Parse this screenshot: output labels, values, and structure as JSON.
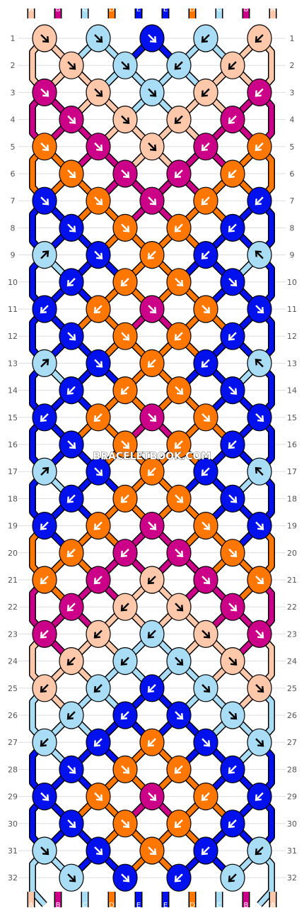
{
  "watermark": "BRACELETBOOK.COM",
  "palette": {
    "A": "#FFC8AA",
    "B": "#CC0088",
    "C": "#A8DDF5",
    "D": "#FF7700",
    "E": "#0011EE"
  },
  "string_labels": [
    "A",
    "B",
    "C",
    "D",
    "E",
    "E",
    "D",
    "C",
    "B",
    "A"
  ],
  "row_numbers": [
    "1",
    "2",
    "3",
    "4",
    "5",
    "6",
    "7",
    "8",
    "9",
    "10",
    "11",
    "12",
    "13",
    "14",
    "15",
    "16",
    "17",
    "18",
    "19",
    "20",
    "21",
    "22",
    "23",
    "24",
    "25",
    "26",
    "27",
    "28",
    "29",
    "30",
    "31",
    "32"
  ],
  "knots": [
    [
      "A",
      "C",
      "E",
      "C",
      "A"
    ],
    [
      "A",
      "C",
      "C",
      "A"
    ],
    [
      "B",
      "A",
      "C",
      "A",
      "B"
    ],
    [
      "B",
      "A",
      "A",
      "B"
    ],
    [
      "D",
      "B",
      "A",
      "B",
      "D"
    ],
    [
      "D",
      "B",
      "B",
      "D"
    ],
    [
      "E",
      "D",
      "B",
      "D",
      "E"
    ],
    [
      "E",
      "D",
      "D",
      "E"
    ],
    [
      "C",
      "E",
      "D",
      "E",
      "C"
    ],
    [
      "E",
      "D",
      "D",
      "E"
    ],
    [
      "E",
      "D",
      "B",
      "D",
      "E"
    ],
    [
      "E",
      "D",
      "D",
      "E"
    ],
    [
      "C",
      "E",
      "D",
      "E",
      "C"
    ],
    [
      "E",
      "D",
      "D",
      "E"
    ],
    [
      "E",
      "D",
      "B",
      "D",
      "E"
    ],
    [
      "E",
      "D",
      "D",
      "E"
    ],
    [
      "C",
      "E",
      "D",
      "E",
      "C"
    ],
    [
      "E",
      "D",
      "D",
      "E"
    ],
    [
      "E",
      "D",
      "B",
      "D",
      "E"
    ],
    [
      "D",
      "B",
      "B",
      "D"
    ],
    [
      "D",
      "B",
      "A",
      "B",
      "D"
    ],
    [
      "B",
      "A",
      "A",
      "B"
    ],
    [
      "B",
      "A",
      "C",
      "A",
      "B"
    ],
    [
      "A",
      "C",
      "C",
      "A"
    ],
    [
      "A",
      "C",
      "E",
      "C",
      "A"
    ],
    [
      "C",
      "E",
      "E",
      "C"
    ],
    [
      "C",
      "E",
      "D",
      "E",
      "C"
    ],
    [
      "E",
      "D",
      "D",
      "E"
    ],
    [
      "E",
      "D",
      "B",
      "D",
      "E"
    ],
    [
      "E",
      "D",
      "D",
      "E"
    ],
    [
      "C",
      "E",
      "D",
      "E",
      "C"
    ],
    [
      "C",
      "E",
      "E",
      "C"
    ]
  ],
  "arrows": [
    [
      "se",
      "se",
      "se",
      "sw",
      "sw"
    ],
    [
      "se",
      "se",
      "sw",
      "sw"
    ],
    [
      "se",
      "se",
      "se",
      "sw",
      "sw"
    ],
    [
      "se",
      "se",
      "sw",
      "sw"
    ],
    [
      "se",
      "se",
      "se",
      "sw",
      "sw"
    ],
    [
      "se",
      "se",
      "sw",
      "sw"
    ],
    [
      "se",
      "se",
      "se",
      "sw",
      "sw"
    ],
    [
      "se",
      "se",
      "sw",
      "sw"
    ],
    [
      "ne",
      "se",
      "sw",
      "sw",
      "nw"
    ],
    [
      "sw",
      "sw",
      "se",
      "se"
    ],
    [
      "sw",
      "sw",
      "se",
      "se",
      "se"
    ],
    [
      "se",
      "se",
      "sw",
      "sw"
    ],
    [
      "ne",
      "se",
      "sw",
      "sw",
      "nw"
    ],
    [
      "sw",
      "sw",
      "se",
      "se"
    ],
    [
      "sw",
      "sw",
      "se",
      "se",
      "se"
    ],
    [
      "se",
      "se",
      "sw",
      "sw"
    ],
    [
      "ne",
      "se",
      "sw",
      "sw",
      "nw"
    ],
    [
      "sw",
      "sw",
      "se",
      "se"
    ],
    [
      "sw",
      "sw",
      "se",
      "se",
      "se"
    ],
    [
      "sw",
      "sw",
      "se",
      "se"
    ],
    [
      "sw",
      "sw",
      "sw",
      "se",
      "se"
    ],
    [
      "sw",
      "sw",
      "se",
      "se"
    ],
    [
      "sw",
      "sw",
      "sw",
      "se",
      "se"
    ],
    [
      "sw",
      "sw",
      "se",
      "se"
    ],
    [
      "sw",
      "sw",
      "sw",
      "se",
      "se"
    ],
    [
      "sw",
      "sw",
      "se",
      "se"
    ],
    [
      "sw",
      "sw",
      "sw",
      "se",
      "se"
    ],
    [
      "se",
      "se",
      "sw",
      "sw"
    ],
    [
      "se",
      "se",
      "se",
      "sw",
      "sw"
    ],
    [
      "se",
      "se",
      "sw",
      "sw"
    ],
    [
      "se",
      "se",
      "se",
      "sw",
      "sw"
    ],
    [
      "se",
      "se",
      "sw",
      "sw"
    ]
  ]
}
